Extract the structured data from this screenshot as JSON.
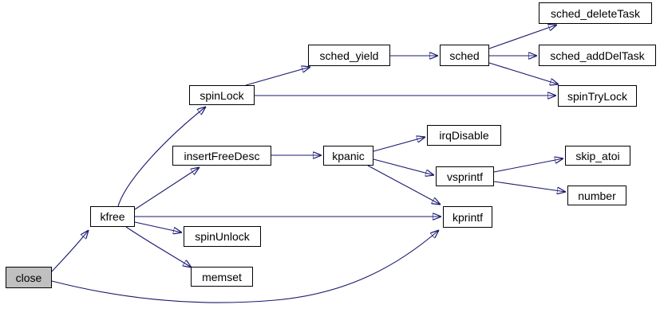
{
  "diagram": {
    "type": "function-call-graph",
    "edge_color": "#191970",
    "node_border_color": "#000000",
    "node_fill": "#ffffff",
    "selected_node_fill": "#c0c0c0",
    "text_color": "#000000",
    "nodes": {
      "close": {
        "label": "close",
        "selected": true
      },
      "kfree": {
        "label": "kfree",
        "selected": false
      },
      "spinLock": {
        "label": "spinLock",
        "selected": false
      },
      "sched_yield": {
        "label": "sched_yield",
        "selected": false
      },
      "sched": {
        "label": "sched",
        "selected": false
      },
      "sched_deleteTask": {
        "label": "sched_deleteTask",
        "selected": false
      },
      "sched_addDelTask": {
        "label": "sched_addDelTask",
        "selected": false
      },
      "spinTryLock": {
        "label": "spinTryLock",
        "selected": false
      },
      "insertFreeDesc": {
        "label": "insertFreeDesc",
        "selected": false
      },
      "kpanic": {
        "label": "kpanic",
        "selected": false
      },
      "irqDisable": {
        "label": "irqDisable",
        "selected": false
      },
      "vsprintf": {
        "label": "vsprintf",
        "selected": false
      },
      "skip_atoi": {
        "label": "skip_atoi",
        "selected": false
      },
      "number": {
        "label": "number",
        "selected": false
      },
      "kprintf": {
        "label": "kprintf",
        "selected": false
      },
      "spinUnlock": {
        "label": "spinUnlock",
        "selected": false
      },
      "memset": {
        "label": "memset",
        "selected": false
      }
    },
    "edges": [
      {
        "from": "close",
        "to": "kfree"
      },
      {
        "from": "close",
        "to": "kprintf"
      },
      {
        "from": "kfree",
        "to": "spinLock"
      },
      {
        "from": "kfree",
        "to": "insertFreeDesc"
      },
      {
        "from": "kfree",
        "to": "kprintf"
      },
      {
        "from": "kfree",
        "to": "spinUnlock"
      },
      {
        "from": "kfree",
        "to": "memset"
      },
      {
        "from": "spinLock",
        "to": "sched_yield"
      },
      {
        "from": "spinLock",
        "to": "spinTryLock"
      },
      {
        "from": "sched_yield",
        "to": "sched"
      },
      {
        "from": "sched",
        "to": "sched_deleteTask"
      },
      {
        "from": "sched",
        "to": "sched_addDelTask"
      },
      {
        "from": "sched",
        "to": "spinTryLock"
      },
      {
        "from": "insertFreeDesc",
        "to": "kpanic"
      },
      {
        "from": "kpanic",
        "to": "irqDisable"
      },
      {
        "from": "kpanic",
        "to": "vsprintf"
      },
      {
        "from": "kpanic",
        "to": "kprintf"
      },
      {
        "from": "vsprintf",
        "to": "skip_atoi"
      },
      {
        "from": "vsprintf",
        "to": "number"
      }
    ]
  }
}
